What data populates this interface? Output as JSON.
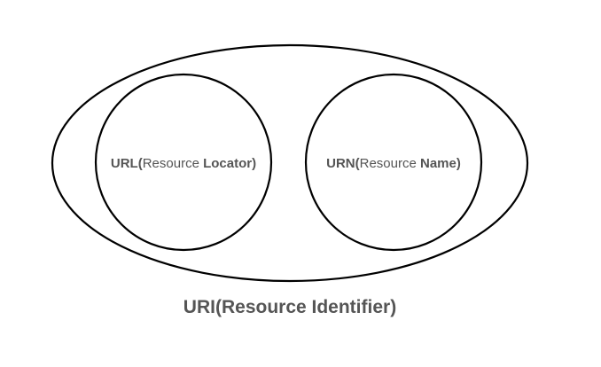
{
  "diagram": {
    "uri": {
      "prefix": "URI",
      "open": "(",
      "word": "Resource Identifier",
      "close": ")"
    },
    "url": {
      "prefix": "URL",
      "open": "(",
      "word1": "Resource ",
      "word2": "Locator",
      "close": ")"
    },
    "urn": {
      "prefix": "URN",
      "open": "(",
      "word1": "Resource ",
      "word2": "Name",
      "close": ")"
    },
    "colors": {
      "stroke": "#000000",
      "text": "#555555",
      "background": "#ffffff"
    }
  }
}
